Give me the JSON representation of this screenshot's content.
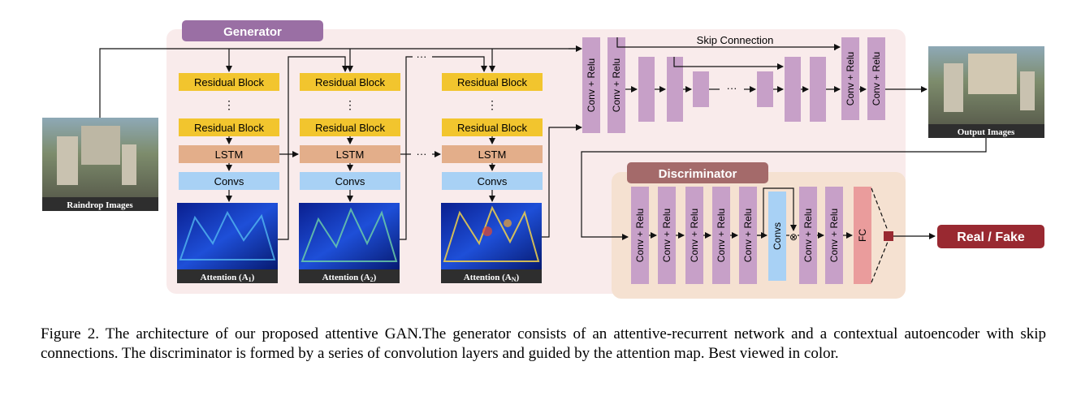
{
  "colors": {
    "panel_bg": "#f9ebeb",
    "disc_bg": "#f5e1d1",
    "generator_header": "#9a6fa4",
    "discriminator_header": "#a46a6a",
    "residual": "#f2c52e",
    "lstm": "#e3ae8a",
    "convs_blue": "#a8d1f5",
    "conv_purple": "#c7a0c8",
    "fc_red": "#ea9c9c",
    "real_fake": "#992931",
    "image_label_bg": "#2e2e2e"
  },
  "generator": {
    "title": "Generator",
    "residual_block_label": "Residual Block",
    "dots": "⋮",
    "lstm_label": "LSTM",
    "convs_label": "Convs",
    "horizontal_dots": "···",
    "attention_base": "Attention (A",
    "attention_close": ")",
    "attention_subscripts": [
      "1",
      "2",
      "N"
    ]
  },
  "autoencoder": {
    "skip_connection_label": "Skip Connection",
    "conv_relu_label": "Conv + Relu",
    "middle_dots": "···"
  },
  "images": {
    "input_label": "Raindrop Images",
    "output_label": "Output Images"
  },
  "discriminator": {
    "title": "Discriminator",
    "conv_relu_label": "Conv + Relu",
    "convs_label": "Convs",
    "multiply_symbol": "⊗",
    "fc_label": "FC",
    "output_label": "Real / Fake"
  },
  "caption": "Figure 2. The architecture of our proposed attentive GAN.The generator consists of an attentive-recurrent network and a contextual autoencoder with skip connections. The discriminator is formed by a series of convolution layers and guided by the attention map. Best viewed in color."
}
